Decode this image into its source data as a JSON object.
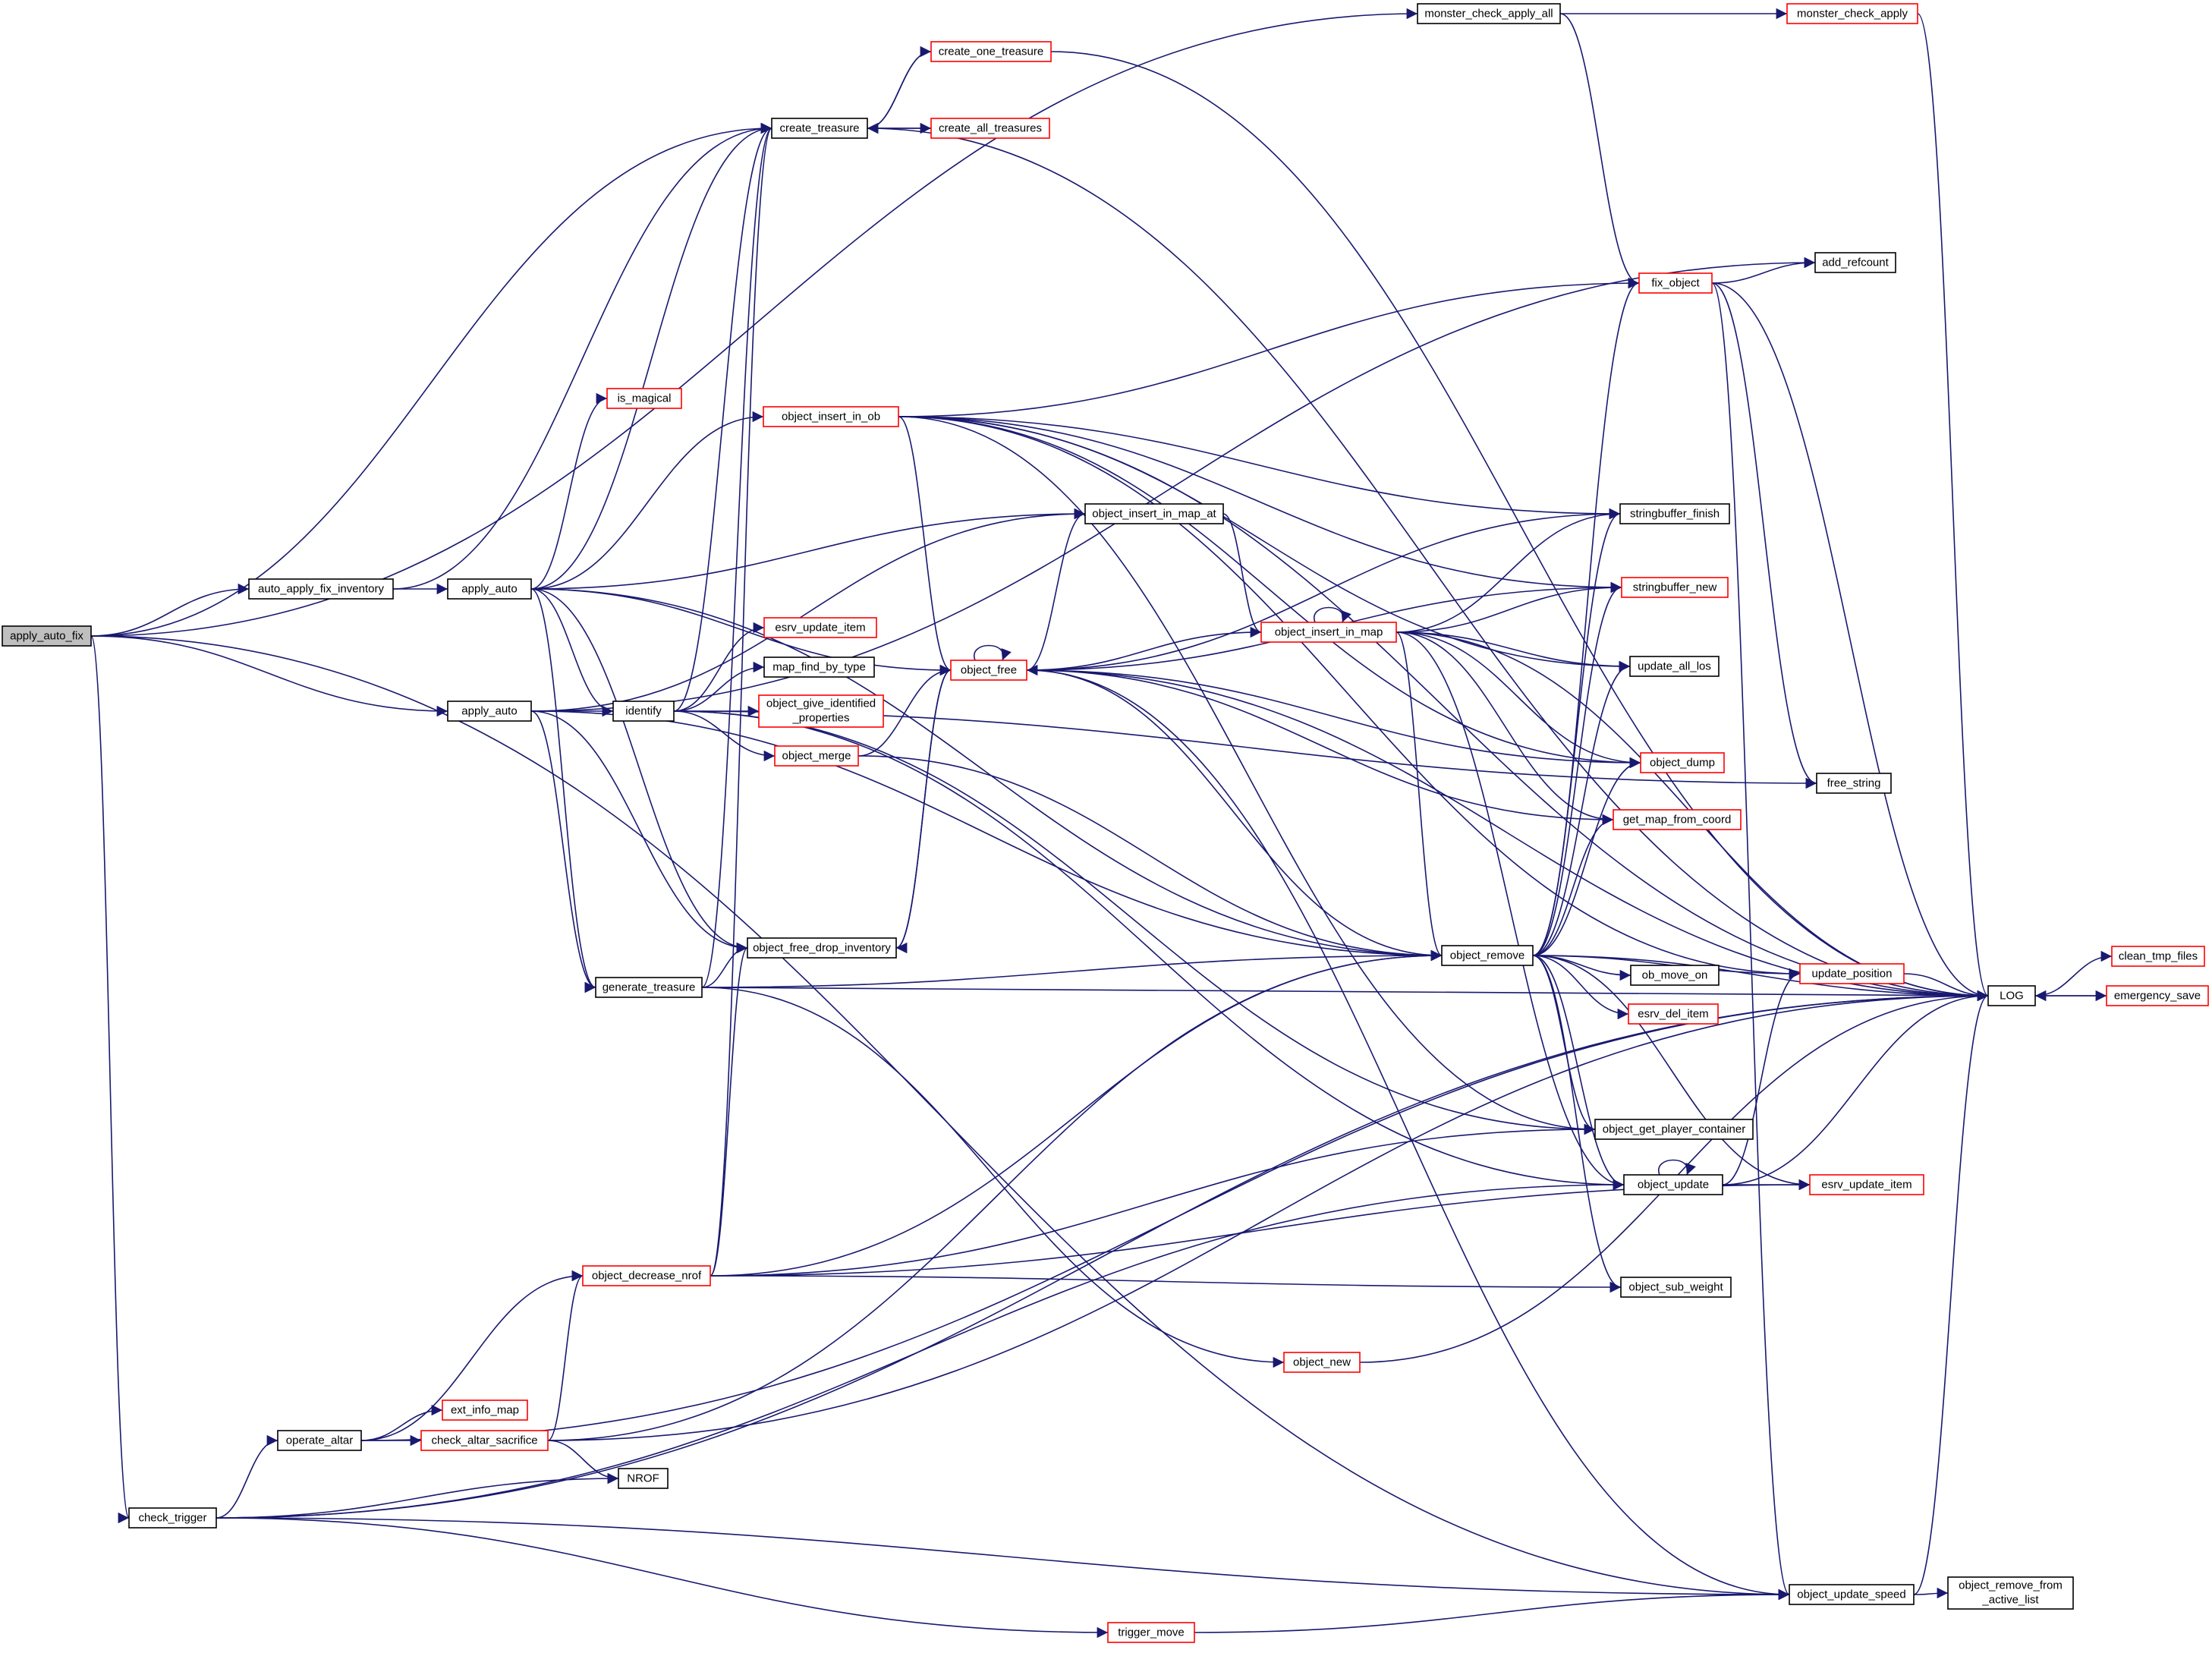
{
  "title": "",
  "colors": {
    "edge": "#191970",
    "root_fill": "#bfbfbf",
    "plain_border": "#000000",
    "truncated_border": "#ff0000",
    "background": "#ffffff"
  },
  "nodes": [
    {
      "id": "apply_auto_fix",
      "label": "apply_auto_fix",
      "style": "root"
    },
    {
      "id": "auto_apply_fix_inventory",
      "label": "auto_apply_fix_inventory",
      "style": "plain"
    },
    {
      "id": "apply_auto_a",
      "label": "apply_auto",
      "style": "plain"
    },
    {
      "id": "apply_auto_b",
      "label": "apply_auto",
      "style": "plain"
    },
    {
      "id": "check_trigger",
      "label": "check_trigger",
      "style": "plain"
    },
    {
      "id": "monster_check_apply_all",
      "label": "monster_check_apply_all",
      "style": "plain"
    },
    {
      "id": "monster_check_apply",
      "label": "monster_check_apply",
      "style": "red"
    },
    {
      "id": "create_one_treasure",
      "label": "create_one_treasure",
      "style": "red"
    },
    {
      "id": "create_treasure",
      "label": "create_treasure",
      "style": "plain"
    },
    {
      "id": "create_all_treasures",
      "label": "create_all_treasures",
      "style": "red"
    },
    {
      "id": "add_refcount",
      "label": "add_refcount",
      "style": "plain"
    },
    {
      "id": "fix_object",
      "label": "fix_object",
      "style": "red"
    },
    {
      "id": "is_magical",
      "label": "is_magical",
      "style": "red"
    },
    {
      "id": "object_insert_in_ob",
      "label": "object_insert_in_ob",
      "style": "red"
    },
    {
      "id": "object_insert_in_map_at",
      "label": "object_insert_in_map_at",
      "style": "plain"
    },
    {
      "id": "stringbuffer_finish",
      "label": "stringbuffer_finish",
      "style": "plain"
    },
    {
      "id": "stringbuffer_new",
      "label": "stringbuffer_new",
      "style": "red"
    },
    {
      "id": "esrv_update_item_a",
      "label": "esrv_update_item",
      "style": "red"
    },
    {
      "id": "object_insert_in_map",
      "label": "object_insert_in_map",
      "style": "red"
    },
    {
      "id": "update_all_los",
      "label": "update_all_los",
      "style": "plain"
    },
    {
      "id": "map_find_by_type",
      "label": "map_find_by_type",
      "style": "plain"
    },
    {
      "id": "identify",
      "label": "identify",
      "style": "plain"
    },
    {
      "id": "object_free",
      "label": "object_free",
      "style": "red"
    },
    {
      "id": "object_give_identified_properties",
      "lines": [
        "object_give_identified",
        "_properties"
      ],
      "style": "red"
    },
    {
      "id": "object_merge",
      "label": "object_merge",
      "style": "red"
    },
    {
      "id": "object_dump",
      "label": "object_dump",
      "style": "red"
    },
    {
      "id": "free_string",
      "label": "free_string",
      "style": "plain"
    },
    {
      "id": "get_map_from_coord",
      "label": "get_map_from_coord",
      "style": "red"
    },
    {
      "id": "object_free_drop_inventory",
      "label": "object_free_drop_inventory",
      "style": "plain"
    },
    {
      "id": "object_remove",
      "label": "object_remove",
      "style": "plain"
    },
    {
      "id": "ob_move_on",
      "label": "ob_move_on",
      "style": "plain"
    },
    {
      "id": "clean_tmp_files",
      "label": "clean_tmp_files",
      "style": "red"
    },
    {
      "id": "update_position",
      "label": "update_position",
      "style": "red"
    },
    {
      "id": "generate_treasure",
      "label": "generate_treasure",
      "style": "plain"
    },
    {
      "id": "LOG",
      "label": "LOG",
      "style": "plain"
    },
    {
      "id": "emergency_save",
      "label": "emergency_save",
      "style": "red"
    },
    {
      "id": "esrv_del_item",
      "label": "esrv_del_item",
      "style": "red"
    },
    {
      "id": "object_get_player_container",
      "label": "object_get_player_container",
      "style": "plain"
    },
    {
      "id": "object_update",
      "label": "object_update",
      "style": "plain"
    },
    {
      "id": "esrv_update_item_b",
      "label": "esrv_update_item",
      "style": "red"
    },
    {
      "id": "object_decrease_nrof",
      "label": "object_decrease_nrof",
      "style": "red"
    },
    {
      "id": "object_sub_weight",
      "label": "object_sub_weight",
      "style": "plain"
    },
    {
      "id": "object_new",
      "label": "object_new",
      "style": "red"
    },
    {
      "id": "ext_info_map",
      "label": "ext_info_map",
      "style": "red"
    },
    {
      "id": "operate_altar",
      "label": "operate_altar",
      "style": "plain"
    },
    {
      "id": "check_altar_sacrifice",
      "label": "check_altar_sacrifice",
      "style": "red"
    },
    {
      "id": "NROF",
      "label": "NROF",
      "style": "plain"
    },
    {
      "id": "object_update_speed",
      "label": "object_update_speed",
      "style": "plain"
    },
    {
      "id": "object_remove_from_active_list",
      "lines": [
        "object_remove_from",
        "_active_list"
      ],
      "style": "plain"
    },
    {
      "id": "trigger_move",
      "label": "trigger_move",
      "style": "red"
    }
  ],
  "edges": [
    [
      "apply_auto_fix",
      "monster_check_apply_all"
    ],
    [
      "apply_auto_fix",
      "create_treasure"
    ],
    [
      "apply_auto_fix",
      "auto_apply_fix_inventory"
    ],
    [
      "apply_auto_fix",
      "apply_auto_b"
    ],
    [
      "apply_auto_fix",
      "check_trigger"
    ],
    [
      "apply_auto_fix",
      "object_update_speed"
    ],
    [
      "auto_apply_fix_inventory",
      "apply_auto_a"
    ],
    [
      "auto_apply_fix_inventory",
      "create_treasure"
    ],
    [
      "monster_check_apply_all",
      "monster_check_apply"
    ],
    [
      "monster_check_apply_all",
      "fix_object"
    ],
    [
      "monster_check_apply",
      "LOG"
    ],
    [
      "create_treasure",
      "create_one_treasure"
    ],
    [
      "create_treasure",
      "create_all_treasures"
    ],
    [
      "create_one_treasure",
      "create_treasure"
    ],
    [
      "create_all_treasures",
      "create_treasure"
    ],
    [
      "create_one_treasure",
      "LOG"
    ],
    [
      "create_treasure",
      "LOG"
    ],
    [
      "apply_auto_a",
      "create_treasure"
    ],
    [
      "apply_auto_a",
      "is_magical"
    ],
    [
      "apply_auto_a",
      "object_insert_in_ob"
    ],
    [
      "apply_auto_a",
      "object_insert_in_map_at"
    ],
    [
      "apply_auto_a",
      "object_free"
    ],
    [
      "apply_auto_a",
      "identify"
    ],
    [
      "apply_auto_a",
      "object_free_drop_inventory"
    ],
    [
      "apply_auto_a",
      "generate_treasure"
    ],
    [
      "apply_auto_a",
      "object_remove"
    ],
    [
      "apply_auto_b",
      "add_refcount"
    ],
    [
      "apply_auto_b",
      "object_insert_in_map_at"
    ],
    [
      "apply_auto_b",
      "identify"
    ],
    [
      "apply_auto_b",
      "generate_treasure"
    ],
    [
      "apply_auto_b",
      "object_free_drop_inventory"
    ],
    [
      "apply_auto_b",
      "object_remove"
    ],
    [
      "identify",
      "create_treasure"
    ],
    [
      "identify",
      "esrv_update_item_a"
    ],
    [
      "identify",
      "map_find_by_type"
    ],
    [
      "identify",
      "object_give_identified_properties"
    ],
    [
      "identify",
      "object_merge"
    ],
    [
      "identify",
      "free_string"
    ],
    [
      "identify",
      "object_get_player_container"
    ],
    [
      "identify",
      "object_update"
    ],
    [
      "object_insert_in_ob",
      "fix_object"
    ],
    [
      "object_insert_in_ob",
      "stringbuffer_finish"
    ],
    [
      "object_insert_in_ob",
      "stringbuffer_new"
    ],
    [
      "object_insert_in_ob",
      "update_all_los"
    ],
    [
      "object_insert_in_ob",
      "object_dump"
    ],
    [
      "object_insert_in_ob",
      "LOG"
    ],
    [
      "object_insert_in_ob",
      "object_free"
    ],
    [
      "object_insert_in_ob",
      "object_get_player_container"
    ],
    [
      "object_insert_in_ob",
      "update_position"
    ],
    [
      "object_insert_in_map_at",
      "object_insert_in_map"
    ],
    [
      "object_insert_in_map",
      "object_insert_in_map"
    ],
    [
      "object_insert_in_map",
      "stringbuffer_finish"
    ],
    [
      "object_insert_in_map",
      "stringbuffer_new"
    ],
    [
      "object_insert_in_map",
      "update_all_los"
    ],
    [
      "object_insert_in_map",
      "object_dump"
    ],
    [
      "object_insert_in_map",
      "get_map_from_coord"
    ],
    [
      "object_insert_in_map",
      "LOG"
    ],
    [
      "object_insert_in_map",
      "object_free"
    ],
    [
      "object_insert_in_map",
      "object_remove"
    ],
    [
      "object_insert_in_map",
      "object_update"
    ],
    [
      "object_free",
      "object_free"
    ],
    [
      "object_free",
      "object_insert_in_map_at"
    ],
    [
      "object_free",
      "stringbuffer_finish"
    ],
    [
      "object_free",
      "stringbuffer_new"
    ],
    [
      "object_free",
      "object_dump"
    ],
    [
      "object_free",
      "get_map_from_coord"
    ],
    [
      "object_free",
      "object_remove"
    ],
    [
      "object_free",
      "object_free_drop_inventory"
    ],
    [
      "object_free",
      "object_update_speed"
    ],
    [
      "object_free",
      "LOG"
    ],
    [
      "object_merge",
      "object_free"
    ],
    [
      "object_merge",
      "object_remove"
    ],
    [
      "object_free_drop_inventory",
      "object_free"
    ],
    [
      "generate_treasure",
      "create_treasure"
    ],
    [
      "generate_treasure",
      "object_free_drop_inventory"
    ],
    [
      "generate_treasure",
      "object_remove"
    ],
    [
      "generate_treasure",
      "object_new"
    ],
    [
      "generate_treasure",
      "LOG"
    ],
    [
      "object_remove",
      "fix_object"
    ],
    [
      "object_remove",
      "stringbuffer_finish"
    ],
    [
      "object_remove",
      "stringbuffer_new"
    ],
    [
      "object_remove",
      "update_all_los"
    ],
    [
      "object_remove",
      "object_dump"
    ],
    [
      "object_remove",
      "get_map_from_coord"
    ],
    [
      "object_remove",
      "ob_move_on"
    ],
    [
      "object_remove",
      "update_position"
    ],
    [
      "object_remove",
      "esrv_del_item"
    ],
    [
      "object_remove",
      "object_get_player_container"
    ],
    [
      "object_remove",
      "object_update"
    ],
    [
      "object_remove",
      "esrv_update_item_b"
    ],
    [
      "object_remove",
      "object_sub_weight"
    ],
    [
      "object_remove",
      "LOG"
    ],
    [
      "fix_object",
      "add_refcount"
    ],
    [
      "fix_object",
      "free_string"
    ],
    [
      "fix_object",
      "LOG"
    ],
    [
      "fix_object",
      "object_update_speed"
    ],
    [
      "update_position",
      "LOG"
    ],
    [
      "LOG",
      "clean_tmp_files"
    ],
    [
      "LOG",
      "emergency_save"
    ],
    [
      "emergency_save",
      "LOG"
    ],
    [
      "object_update",
      "object_update"
    ],
    [
      "object_update",
      "update_position"
    ],
    [
      "object_update",
      "esrv_update_item_b"
    ],
    [
      "object_update",
      "LOG"
    ],
    [
      "object_decrease_nrof",
      "create_treasure"
    ],
    [
      "object_decrease_nrof",
      "object_free_drop_inventory"
    ],
    [
      "object_decrease_nrof",
      "object_remove"
    ],
    [
      "object_decrease_nrof",
      "object_get_player_container"
    ],
    [
      "object_decrease_nrof",
      "esrv_update_item_b"
    ],
    [
      "object_decrease_nrof",
      "object_sub_weight"
    ],
    [
      "object_new",
      "LOG"
    ],
    [
      "operate_altar",
      "object_decrease_nrof"
    ],
    [
      "operate_altar",
      "ext_info_map"
    ],
    [
      "operate_altar",
      "check_altar_sacrifice"
    ],
    [
      "operate_altar",
      "LOG"
    ],
    [
      "check_altar_sacrifice",
      "object_decrease_nrof"
    ],
    [
      "check_altar_sacrifice",
      "NROF"
    ],
    [
      "check_altar_sacrifice",
      "LOG"
    ],
    [
      "check_altar_sacrifice",
      "object_remove"
    ],
    [
      "check_trigger",
      "operate_altar"
    ],
    [
      "check_trigger",
      "NROF"
    ],
    [
      "check_trigger",
      "object_update"
    ],
    [
      "check_trigger",
      "LOG"
    ],
    [
      "check_trigger",
      "object_update_speed"
    ],
    [
      "check_trigger",
      "trigger_move"
    ],
    [
      "trigger_move",
      "object_update_speed"
    ],
    [
      "object_update_speed",
      "object_remove_from_active_list"
    ],
    [
      "object_update_speed",
      "LOG"
    ]
  ]
}
